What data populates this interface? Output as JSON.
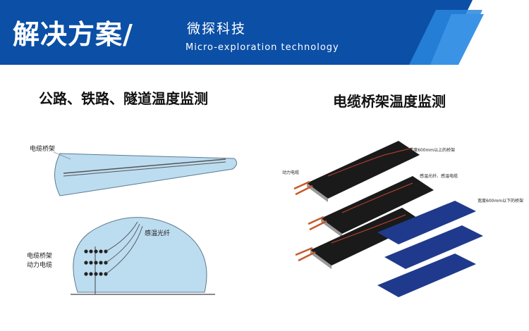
{
  "banner": {
    "title": "解决方案/",
    "company_cn": "微探科技",
    "company_en": "Micro-exploration technology",
    "color_dark": "#0b4fa6",
    "color_light": "#2a86dd"
  },
  "sections": {
    "left_heading": "公路、铁路、隧道温度监测",
    "right_heading": "电缆桥架温度监测"
  },
  "tunnel_diagram": {
    "top_label": "电缆桥架",
    "sensor_label": "感温光纤",
    "tray_label": "电缆桥架",
    "cable_label": "动力电缆"
  },
  "tray_diagram": {
    "power_cable": "动力电缆",
    "wide_tray": "宽度600mm以上的桥架",
    "sensor": "感温光纤、感温电缆",
    "narrow_tray": "宽度600mm以下的桥架"
  }
}
